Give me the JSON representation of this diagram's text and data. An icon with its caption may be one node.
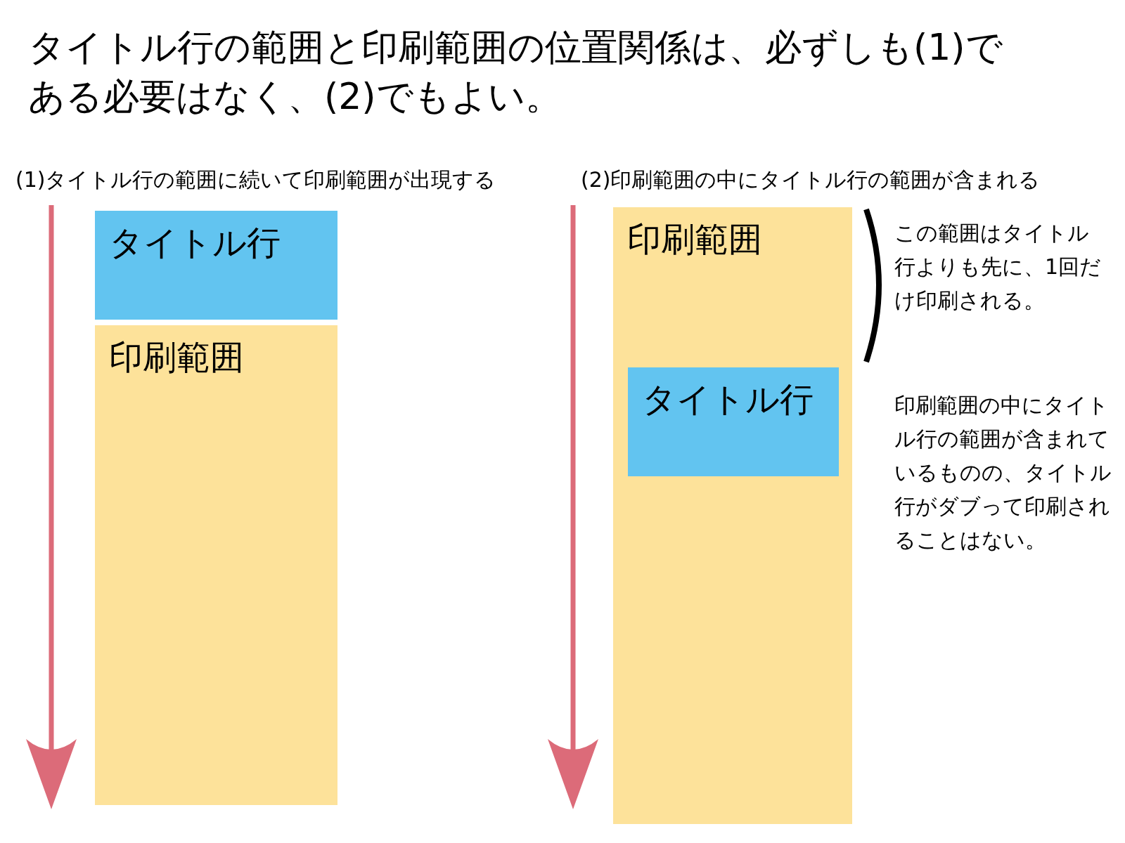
{
  "diagram": {
    "title": "タイトル行の範囲と印刷範囲の位置関係は、必ずしも(1)である必要はなく、(2)でもよい。",
    "nodes": [
      {
        "text": [
          "タイトル行"
        ]
      },
      {
        "text": [
          "印刷範囲"
        ]
      },
      {
        "text": [
          "印刷範囲"
        ]
      },
      {
        "text": [
          "タイトル行"
        ],
        "in": 2
      }
    ],
    "labels": [
      "(1)タイトル行の範囲に続いて印刷範囲が出現する",
      "(2)印刷範囲の中にタイトル行の範囲が含まれる",
      "この範囲はタイトル行よりも先に、1回だけ印刷される。",
      "印刷範囲の中にタイトル行の範囲が含まれているものの、タイトル行がダブって印刷されることはない。"
    ]
  }
}
